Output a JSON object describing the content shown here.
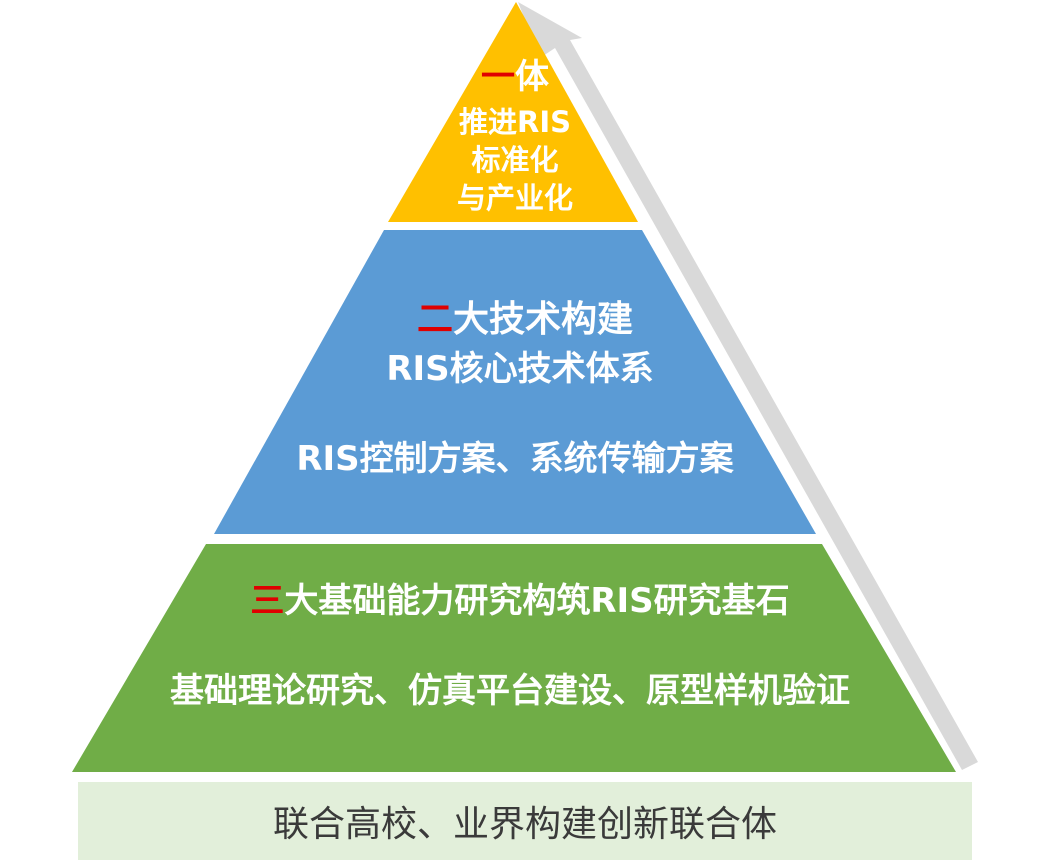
{
  "colors": {
    "top_tier": "#FFC000",
    "middle_tier": "#5B9BD5",
    "bottom_tier": "#70AD47",
    "base_band": "#E2EFDA",
    "arrow": "#D9D9D9",
    "numeral": "#E00000",
    "label_text": "#FFFFFF",
    "base_text": "#3A3A3A"
  },
  "pyramid": {
    "top": {
      "numeral": "一",
      "title_rest": "体",
      "lines": [
        "推进RIS",
        "标准化",
        "与产业化"
      ]
    },
    "middle": {
      "numeral": "二",
      "title_rest": "大技术构建",
      "subtitle": "RIS核心技术体系",
      "detail": "RIS控制方案、系统传输方案"
    },
    "bottom": {
      "numeral": "三",
      "title_rest": "大基础能力研究构筑RIS研究基石",
      "detail": "基础理论研究、仿真平台建设、原型样机验证"
    }
  },
  "base": {
    "label": "联合高校、业界构建创新联合体"
  },
  "arrow_icon": "upward-arrow"
}
